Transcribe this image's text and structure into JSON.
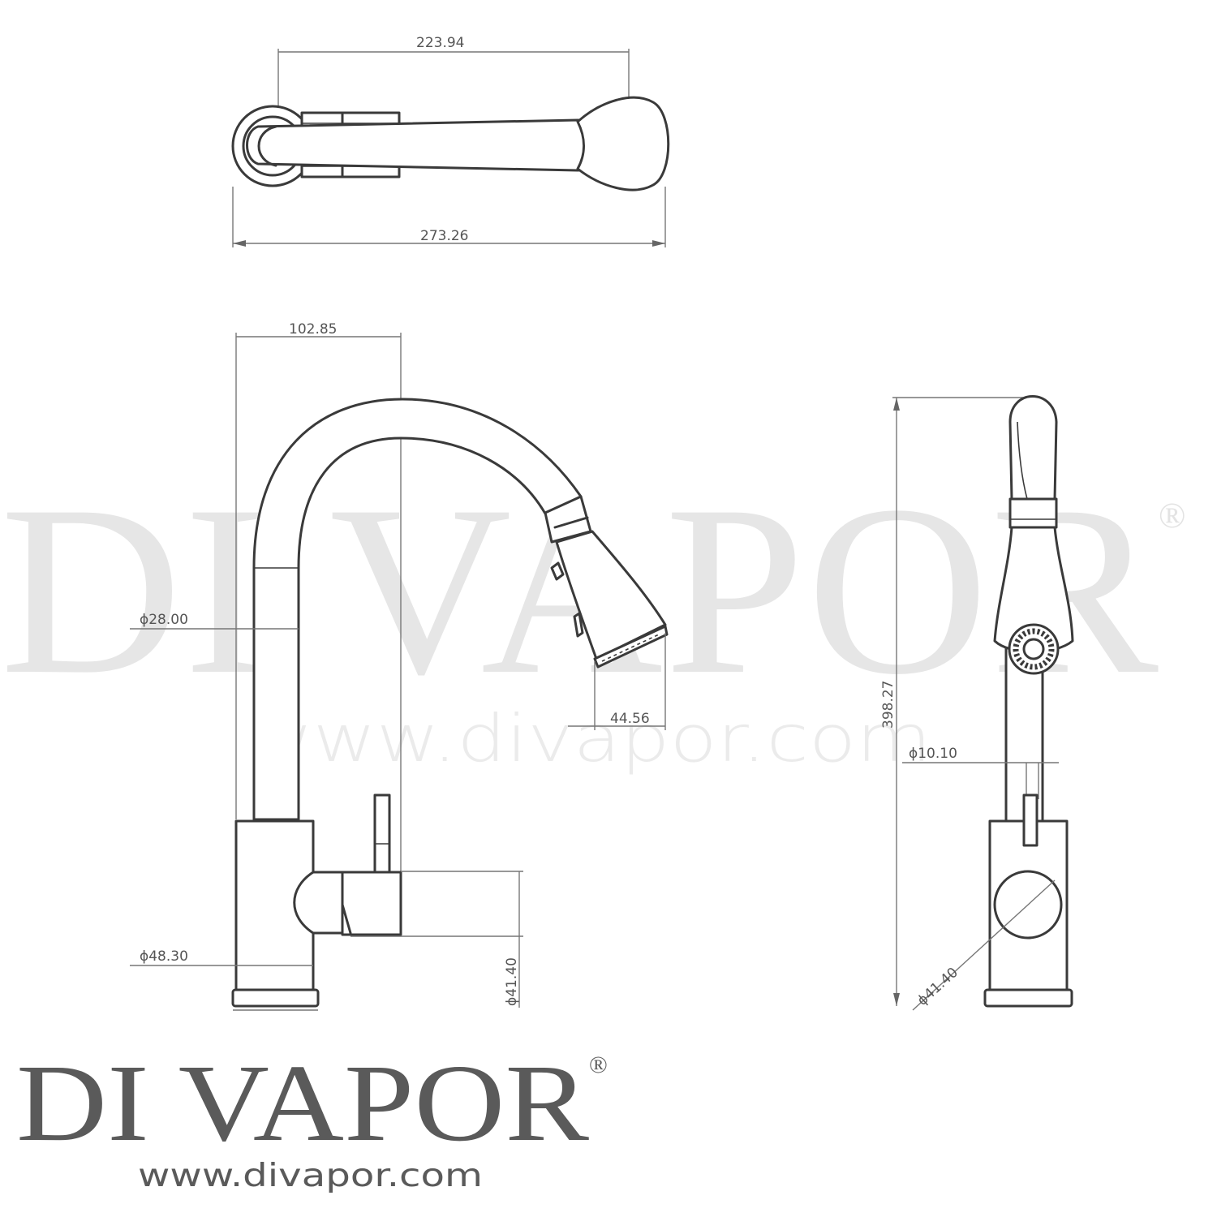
{
  "watermark": {
    "brand": "DI VAPOR",
    "registered": "®",
    "url": "www.divapor.com"
  },
  "dimensions": {
    "top_spout_length": "223.94",
    "top_overall_length": "273.26",
    "reach": "102.85",
    "spout_diameter": "ϕ28.00",
    "spray_head_offset": "44.56",
    "body_diameter": "ϕ48.30",
    "handle_diameter_front": "ϕ41.40",
    "overall_height": "398.27",
    "lever_diameter": "ϕ10.10",
    "handle_diameter_side": "ϕ41.40"
  },
  "logo": {
    "brand": "DI VAPOR",
    "registered": "®",
    "url": "www.divapor.com"
  },
  "colors": {
    "outline": "#3a3a3a",
    "dimension": "#777777",
    "watermark": "#e6e6e6",
    "logo": "#5a5a5a"
  }
}
